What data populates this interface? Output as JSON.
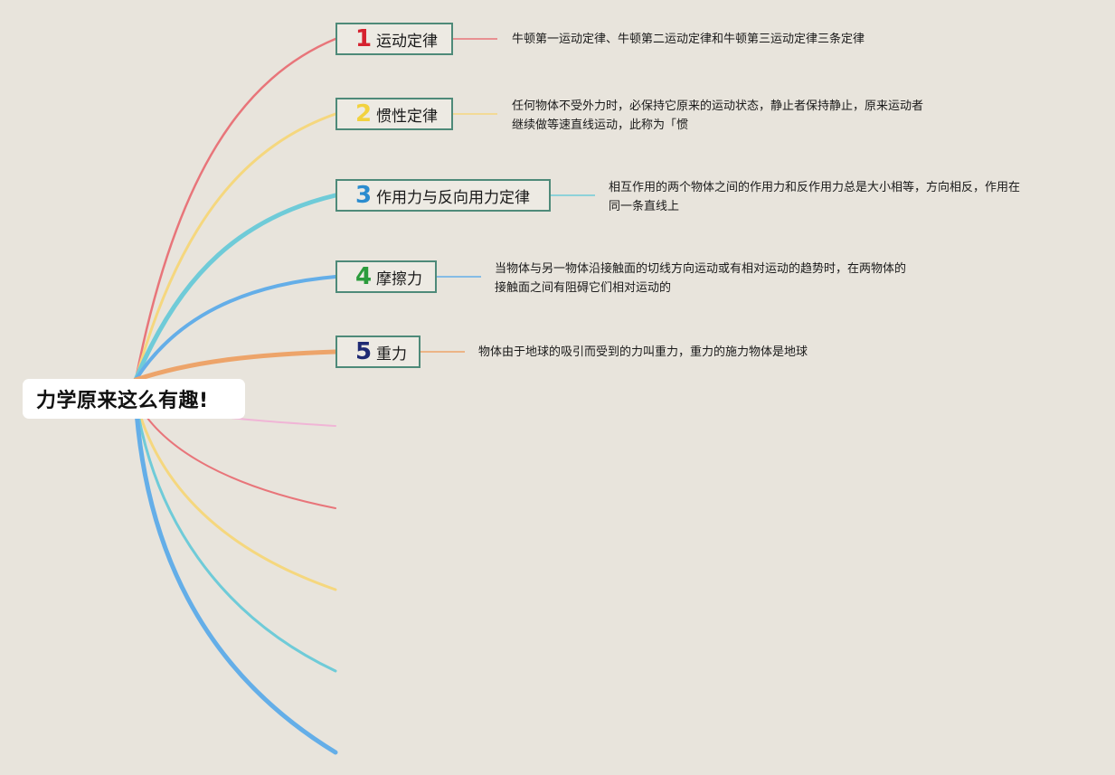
{
  "root": {
    "title": "力学原来这么有趣!"
  },
  "branches": [
    {
      "number": "1",
      "label": "运动定律",
      "color": "#e8757a",
      "description": [
        "牛顿第一运动定律、牛顿第二运动定律和牛顿第三运动定律三条定律"
      ]
    },
    {
      "number": "2",
      "label": "惯性定律",
      "color": "#f5d77e",
      "description": [
        "任何物体不受外力时，必保持它原来的运动状态，静止者保持静止，原来运动者",
        "继续做等速直线运动，此称为「惯"
      ]
    },
    {
      "number": "3",
      "label": "作用力与反向用力定律",
      "color": "#6fcbd8",
      "description": [
        "相互作用的两个物体之间的作用力和反作用力总是大小相等，方向相反，作用在",
        "同一条直线上"
      ]
    },
    {
      "number": "4",
      "label": "摩擦力",
      "color": "#64aee8",
      "description": [
        "当物体与另一物体沿接触面的切线方向运动或有相对运动的趋势时，在两物体的",
        "接触面之间有阻碍它们相对运动的"
      ]
    },
    {
      "number": "5",
      "label": "重力",
      "color": "#eda46a",
      "description": [
        "物体由于地球的吸引而受到的力叫重力，重力的施力物体是地球"
      ]
    }
  ],
  "number_colors": [
    "#d6222f",
    "#f2d23f",
    "#2b8ccf",
    "#2b9b3c",
    "#1f2a73"
  ],
  "empty_branch_colors": [
    "#f0b5d6",
    "#e8757a",
    "#f5d77e",
    "#6fcbd8",
    "#64aee8"
  ]
}
